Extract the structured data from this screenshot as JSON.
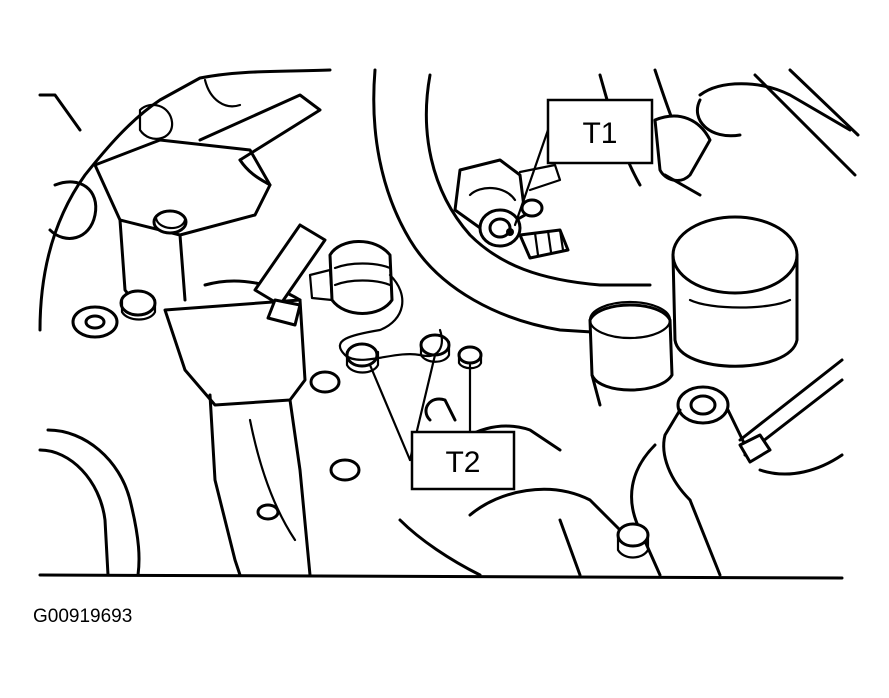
{
  "figure_id": "G00919693",
  "callouts": {
    "t1": "T1",
    "t2": "T2"
  },
  "colors": {
    "line": "#000000",
    "background": "#ffffff"
  }
}
